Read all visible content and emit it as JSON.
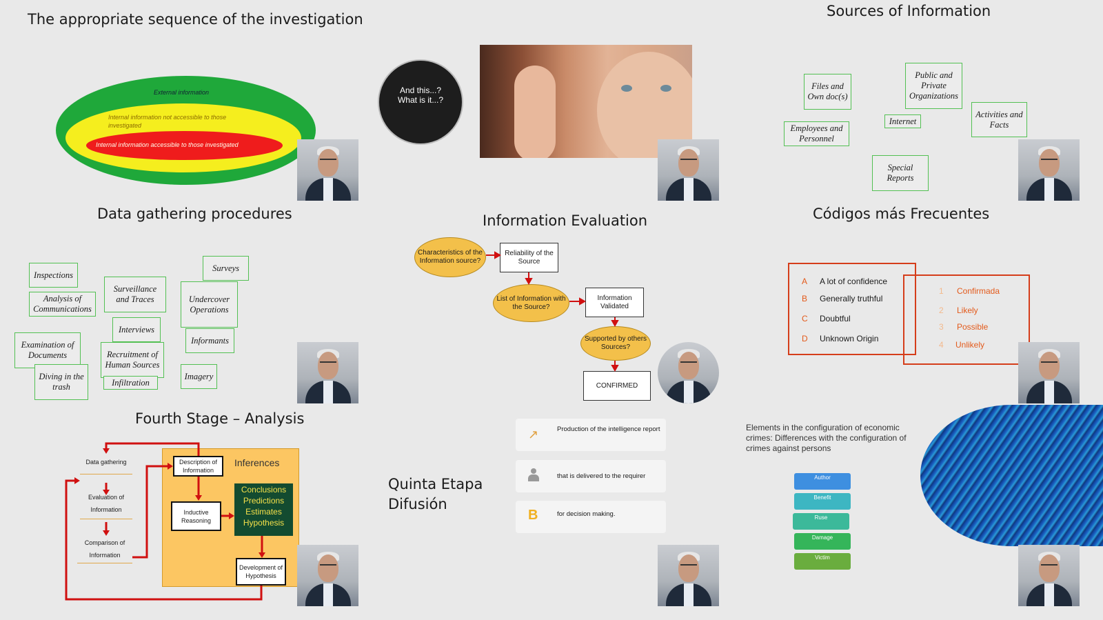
{
  "slide1": {
    "title": "The appropriate sequence of the investigation",
    "rings": {
      "outer": "External information",
      "middle": "Internal information not accessible to those investigated",
      "inner": "Internal information accessible to those investigated"
    }
  },
  "slide2": {
    "circle_text_1": "And this...?",
    "circle_text_2": "What is it...?"
  },
  "slide3": {
    "title": "Sources of Information",
    "boxes": [
      "Files and Own doc(s)",
      "Public and Private Organizations",
      "Activities and Facts",
      "Internet",
      "Employees and Personnel",
      "Special Reports"
    ]
  },
  "slide4": {
    "title": "Data gathering procedures",
    "boxes": [
      "Inspections",
      "Surveillance and Traces",
      "Surveys",
      "Analysis of Communications",
      "Undercover Operations",
      "Interviews",
      "Examination of Documents",
      "Recruitment of Human Sources",
      "Informants",
      "Diving in the trash",
      "Infiltration",
      "Imagery"
    ]
  },
  "slide5": {
    "title": "Information Evaluation",
    "nodes": {
      "characteristics": "Characteristics of the Information source?",
      "reliability": "Reliability of the Source",
      "list": "List of Information with the Source?",
      "validated": "Information Validated",
      "supported": "Supported by others Sources?",
      "confirmed": "CONFIRMED"
    }
  },
  "slide6": {
    "title": "Códigos más Frecuentes",
    "letters": [
      {
        "code": "A",
        "label": "A lot of confidence"
      },
      {
        "code": "B",
        "label": "Generally truthful"
      },
      {
        "code": "C",
        "label": "Doubtful"
      },
      {
        "code": "D",
        "label": "Unknown Origin"
      }
    ],
    "numbers": [
      {
        "code": "1",
        "label": "Confirmada"
      },
      {
        "code": "2",
        "label": "Likely"
      },
      {
        "code": "3",
        "label": "Possible"
      },
      {
        "code": "4",
        "label": "Unlikely"
      }
    ]
  },
  "slide7": {
    "title": "Fourth Stage – Analysis",
    "steps": [
      "Data gathering",
      "Evaluation of Information",
      "Comparison of Information"
    ],
    "inferences": "Inferences",
    "description": "Description of Information",
    "inductive": "Inductive Reasoning",
    "conclusions": [
      "Conclusions",
      "Predictions",
      "Estimates",
      "Hypothesis"
    ],
    "development": "Development of Hypothesis"
  },
  "slide8": {
    "title_line1": "Quinta Etapa",
    "title_line2": "Difusión",
    "cards": [
      "Production of the intelligence report",
      "that is delivered to the requirer",
      "for decision making."
    ]
  },
  "slide9": {
    "text": "Elements in the configuration of economic crimes: Differences with the configuration of crimes against persons",
    "buttons": [
      "Author",
      "Benefit",
      "Ruse",
      "Damage",
      "Victim"
    ]
  }
}
